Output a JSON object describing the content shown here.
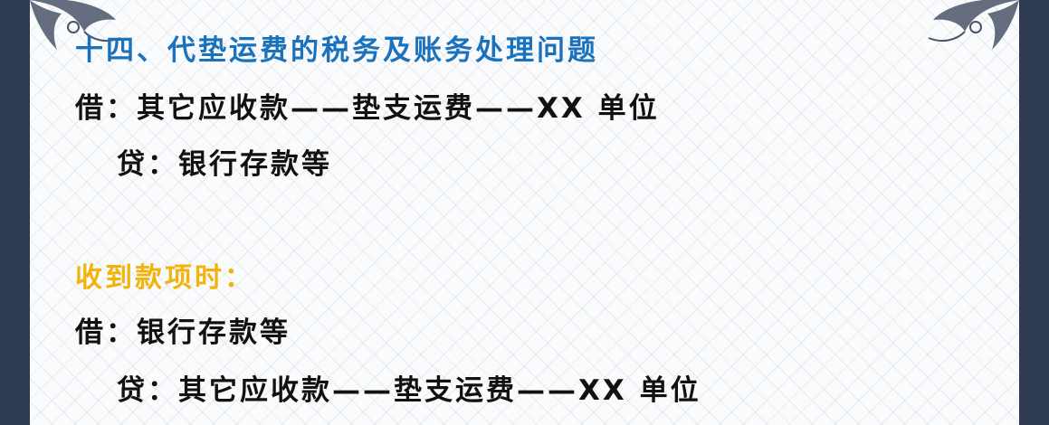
{
  "colors": {
    "title": "#1a72bd",
    "heading": "#f2b40c",
    "text": "#111111",
    "frame": "#2e3b50"
  },
  "title": "十四、代垫运费的税务及账务处理问题",
  "entry1": {
    "debit": "借：其它应收款——垫支运费——XX 单位",
    "credit": "贷：银行存款等"
  },
  "received_heading": "收到款项时：",
  "entry2": {
    "debit": "借：银行存款等",
    "credit": "贷：其它应收款——垫支运费——XX 单位"
  }
}
